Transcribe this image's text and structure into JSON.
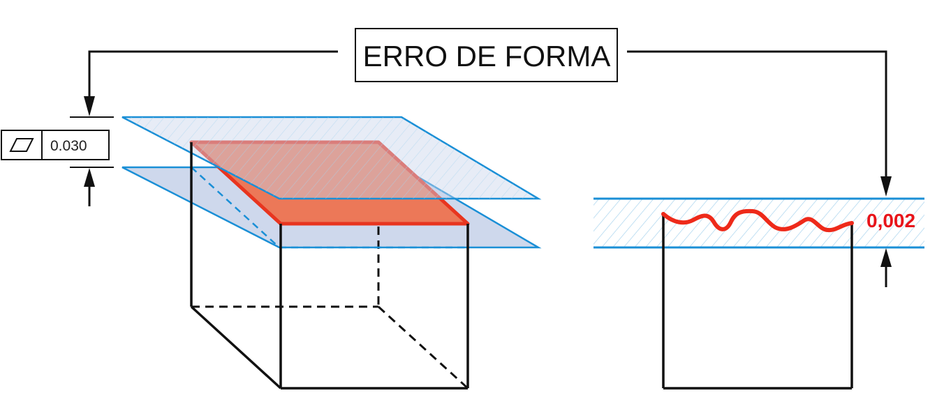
{
  "title": "ERRO DE FORMA",
  "feature_control_frame": {
    "symbol": "flatness-symbol-icon",
    "tolerance": "0.030"
  },
  "measured_error": "0,002",
  "colors": {
    "tolerance_plane_fill": "#c9d4ea",
    "tolerance_plane_edge": "#1a8fd6",
    "hatch": "#a8d3ee",
    "top_face_fill": "#ec7858",
    "top_face_edge": "#e8351f",
    "surface_profile": "#ee2a1a",
    "value_text": "#e8141a",
    "lines": "#111111"
  }
}
